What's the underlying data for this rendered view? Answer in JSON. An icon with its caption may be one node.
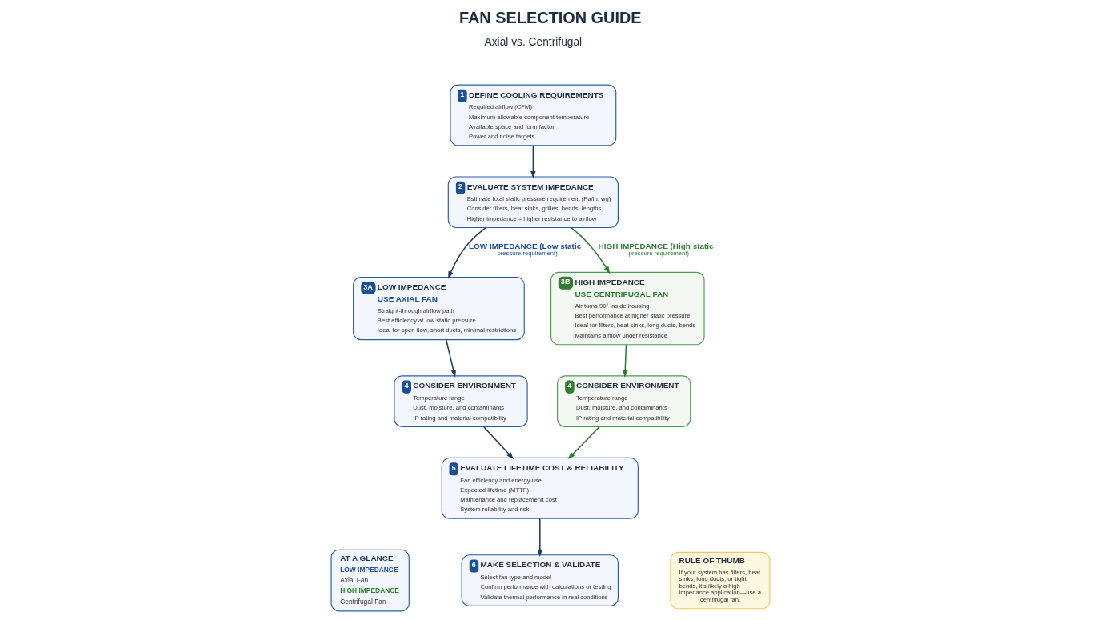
{
  "diagram": {
    "title": "FAN SELECTION GUIDE",
    "nodes": [
      {
        "text": [
          "1",
          "DEFINE COOLING REQUIREMENTS",
          "Required airflow (CFM)",
          "Maximum allowable component temperature",
          "Available space and form factor",
          "Power and noise targets"
        ]
      },
      {
        "text": [
          "2",
          "EVALUATE SYSTEM IMPEDANCE",
          "Estimate total static pressure requirement (Pa/in. wg)",
          "Consider filters, heat sinks, grilles, bends, lengths",
          "Higher impedance = higher resistance to airflow"
        ]
      },
      {
        "text": [
          "3A",
          "LOW IMPEDANCE",
          "USE AXIAL FAN",
          "Straight-through airflow path",
          "Best efficiency at low static pressure",
          "Ideal for open flow, short ducts, minimal restrictions"
        ]
      },
      {
        "text": [
          "3B",
          "HIGH IMPEDANCE",
          "USE CENTRIFUGAL FAN",
          "Air turns 90° inside housing",
          "Best performance at higher static pressure",
          "Ideal for filters, heat sinks, long ducts, bends",
          "Maintains airflow under resistance"
        ]
      },
      {
        "text": [
          "4",
          "CONSIDER ENVIRONMENT",
          "Temperature range",
          "Dust, moisture, and contaminants",
          "IP rating and material compatibility"
        ]
      },
      {
        "text": [
          "4",
          "CONSIDER ENVIRONMENT",
          "Temperature range",
          "Dust, moisture, and contaminants",
          "IP rating and material compatibility"
        ]
      },
      {
        "text": [
          "5",
          "EVALUATE LIFETIME COST & RELIABILITY",
          "Fan efficiency and energy use",
          "Expected lifetime (MTTF)",
          "Maintenance and replacemenit cost",
          "System reliability and risk"
        ]
      },
      {
        "text": [
          "6",
          "MAKE SELECTION & VALIDATE",
          "Select fan type and model",
          "Confirm performance with calculations or testing",
          "Validate thermal performance in real conditions"
        ]
      },
      {
        "text": [
          "AT A GLANCE",
          "LOW IMPEDANCE",
          "Axial Fan",
          "HIGH IMPEDANCE",
          "Centrifugal Fan"
        ]
      },
      {
        "text": [
          "RULE OF THUMB",
          "If your system has filters, heat sinks, long ducts, or tight bends, it's likely a high impedance application—use a centrifugal fan."
        ]
      }
    ],
    "edges": [
      {
        "from": 0,
        "to": 1,
        "arrow": "to"
      },
      {
        "from": 1,
        "to": 2,
        "arrow": "to",
        "label": "LOW IMPEDANCE (Low static pressure requirement)"
      },
      {
        "from": 1,
        "to": 3,
        "arrow": "to",
        "label": "HIGH IMPEDANCE (High static pressure requirement)",
        "color": "#2e7d32"
      },
      {
        "from": 2,
        "to": 4,
        "arrow": "to"
      },
      {
        "from": 3,
        "to": 5,
        "arrow": "to",
        "color": "#2e7d32"
      },
      {
        "from": 4,
        "to": 6,
        "arrow": "to"
      },
      {
        "from": 5,
        "to": 6,
        "arrow": "to",
        "color": "#2e7d32"
      },
      {
        "from": 6,
        "to": 7,
        "arrow": "to"
      }
    ],
    "labels": [
      "Axial vs. Centrifugal"
    ]
  }
}
